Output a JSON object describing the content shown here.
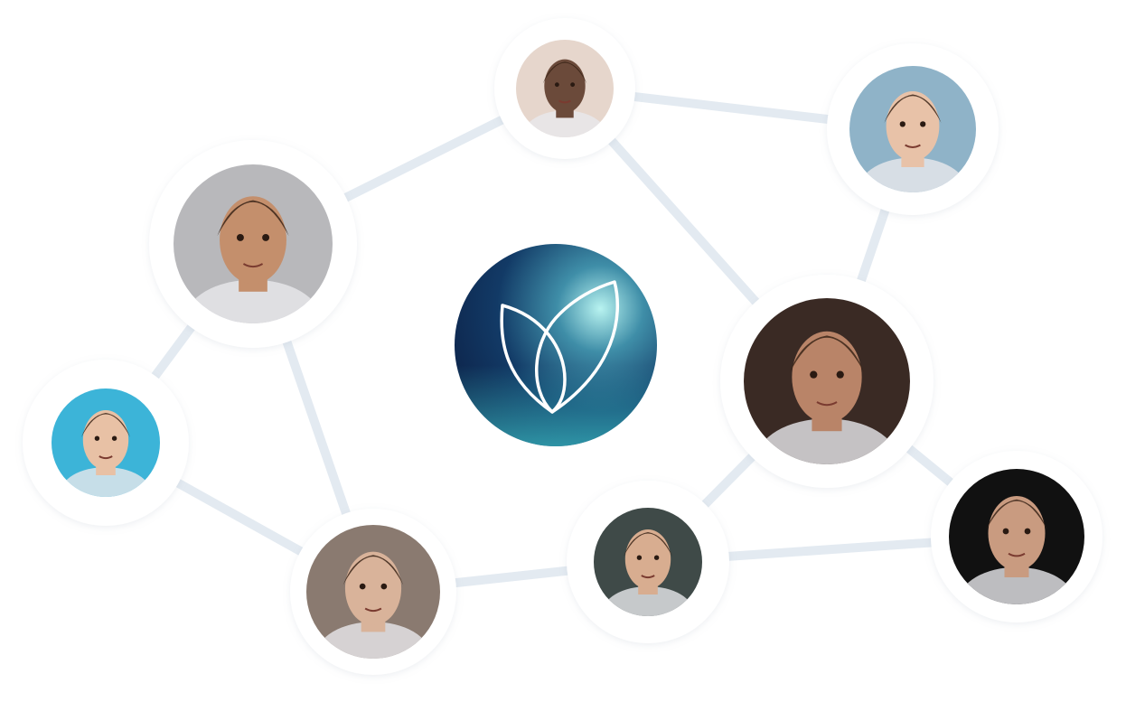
{
  "colors": {
    "background": "#ffffff",
    "edge": "#e3eaf1",
    "node_ring": "#ffffff",
    "logo_dark": "#0f2650",
    "logo_light": "#8fe3e6",
    "logo_stroke": "#ffffff"
  },
  "center_logo": {
    "icon": "leaf-logo-icon"
  },
  "nodes": [
    {
      "id": "top",
      "icon": "avatar-photo",
      "skin": "#6b4a3a",
      "bg": "#e6d6cc"
    },
    {
      "id": "top-right",
      "icon": "avatar-photo",
      "skin": "#e8c2a8",
      "bg": "#8fb3c8"
    },
    {
      "id": "left-large",
      "icon": "avatar-photo",
      "skin": "#c48f6c",
      "bg": "#b8b8bb"
    },
    {
      "id": "right-large",
      "icon": "avatar-photo",
      "skin": "#b98468",
      "bg": "#3a2a24"
    },
    {
      "id": "left-small",
      "icon": "avatar-photo",
      "skin": "#e8c1a5",
      "bg": "#3cb4d8"
    },
    {
      "id": "bottom-left",
      "icon": "avatar-photo",
      "skin": "#d9b39a",
      "bg": "#8a7a70"
    },
    {
      "id": "bottom-middle",
      "icon": "avatar-photo",
      "skin": "#d8ad90",
      "bg": "#3f4a48"
    },
    {
      "id": "bottom-right",
      "icon": "avatar-photo",
      "skin": "#c99b80",
      "bg": "#111111"
    }
  ],
  "edges": [
    [
      "left-large",
      "top"
    ],
    [
      "top",
      "top-right"
    ],
    [
      "top",
      "right-large"
    ],
    [
      "top-right",
      "right-large"
    ],
    [
      "left-large",
      "left-small"
    ],
    [
      "left-large",
      "bottom-left"
    ],
    [
      "left-small",
      "bottom-left"
    ],
    [
      "bottom-left",
      "bottom-middle"
    ],
    [
      "bottom-middle",
      "right-large"
    ],
    [
      "bottom-middle",
      "bottom-right"
    ],
    [
      "right-large",
      "bottom-right"
    ]
  ]
}
